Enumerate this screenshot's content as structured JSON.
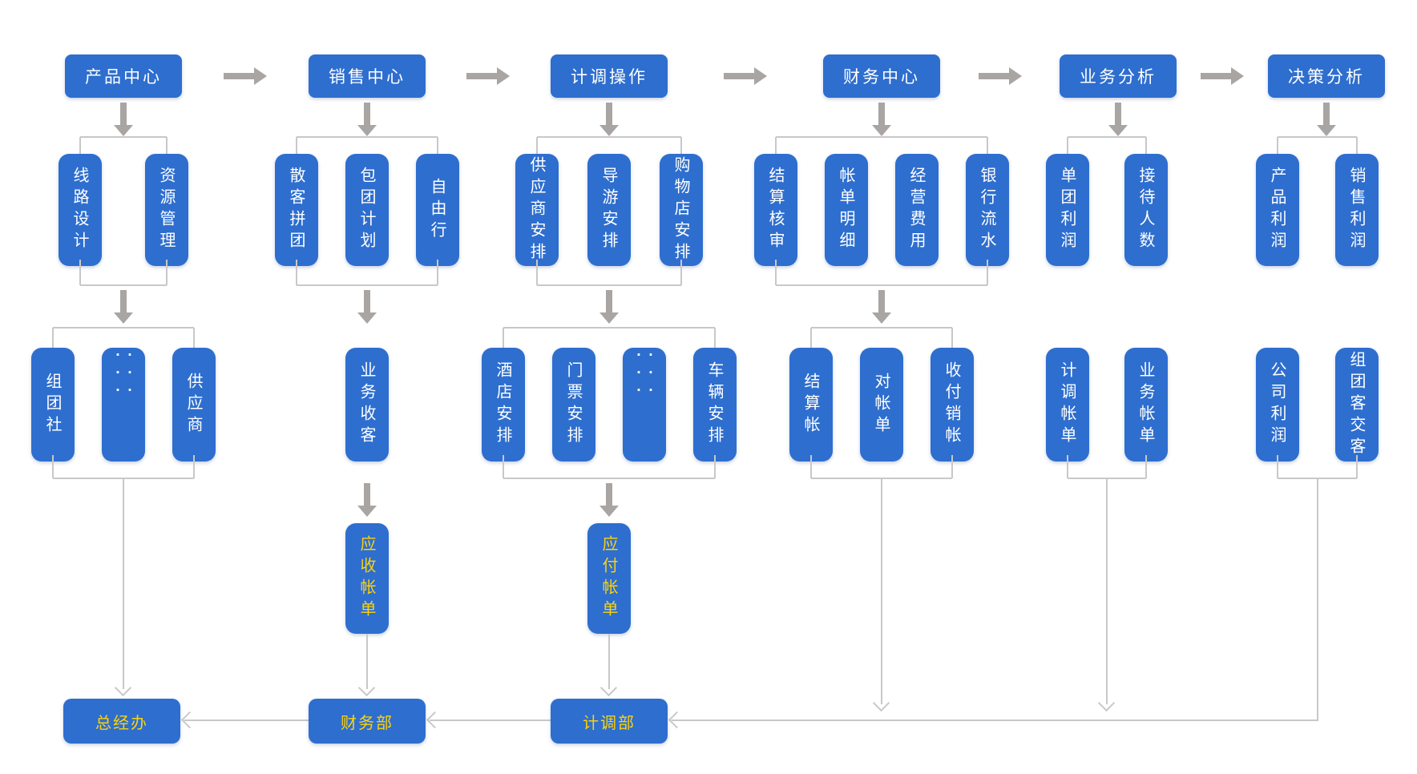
{
  "colors": {
    "node_blue": "#2e6ecf",
    "text_white": "#ffffff",
    "text_yellow": "#fcd20d",
    "thick_arrow_gray": "#a9a5a3",
    "thin_line_gray": "#c9c8c8"
  },
  "columns": [
    {
      "id": "product-center",
      "header": "产品中心",
      "tier1": [
        "线路设计",
        "资源管理"
      ],
      "tier2": [
        "组团社",
        "··· ···",
        "供应商"
      ]
    },
    {
      "id": "sales-center",
      "header": "销售中心",
      "tier1": [
        "散客拼团",
        "包团计划",
        "自由行"
      ],
      "tier2": [
        "业务收客"
      ],
      "tier3": "应收帐单"
    },
    {
      "id": "dispatch-operation",
      "header": "计调操作",
      "tier1": [
        "供应商安排",
        "导游安排",
        "购物店安排"
      ],
      "tier2": [
        "酒店安排",
        "门票安排",
        "··· ···",
        "车辆安排"
      ],
      "tier3": "应付帐单"
    },
    {
      "id": "finance-center",
      "header": "财务中心",
      "tier1": [
        "结算核审",
        "帐单明细",
        "经营费用",
        "银行流水"
      ],
      "tier2": [
        "结算帐",
        "对帐单",
        "收付销帐"
      ]
    },
    {
      "id": "business-analysis",
      "header": "业务分析",
      "tier1": [
        "单团利润",
        "接待人数"
      ],
      "tier2": [
        "计调帐单",
        "业务帐单"
      ]
    },
    {
      "id": "decision-analysis",
      "header": "决策分析",
      "tier1": [
        "产品利润",
        "销售利润"
      ],
      "tier2": [
        "公司利润",
        "组团客交客"
      ]
    }
  ],
  "bottom_row": [
    {
      "id": "general-office",
      "label": "总经办"
    },
    {
      "id": "finance-dept",
      "label": "财务部"
    },
    {
      "id": "dispatch-dept",
      "label": "计调部"
    }
  ]
}
